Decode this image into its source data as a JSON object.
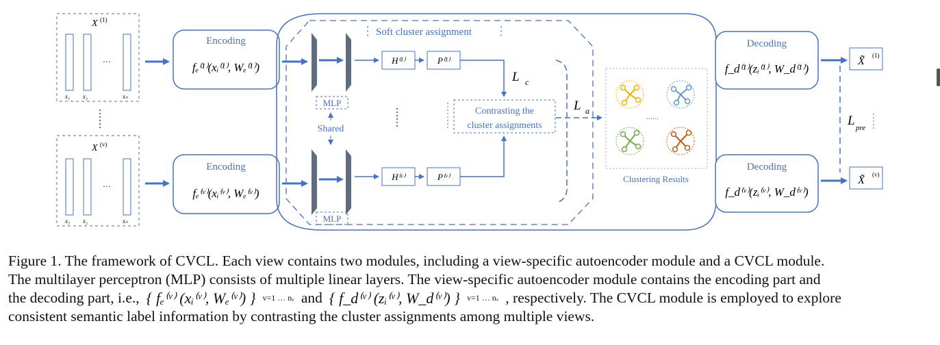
{
  "diagram": {
    "input_top": {
      "label": "X",
      "sup": "(1)",
      "cols": [
        "x₁",
        "x₂",
        "xₙ"
      ],
      "dots": "···"
    },
    "input_bottom": {
      "label": "X",
      "sup": "(v)",
      "cols": [
        "x₁",
        "x₂",
        "xₙ"
      ],
      "dots": "···"
    },
    "encoder_top": {
      "title": "Encoding",
      "formula": "fₑ⁽¹⁾(xᵢ⁽¹⁾, Wₑ⁽¹⁾)"
    },
    "encoder_bottom": {
      "title": "Encoding",
      "formula": "fₑ⁽ᵛ⁾(xᵢ⁽ᵛ⁾, Wₑ⁽ᵛ⁾)"
    },
    "mlp_top": "MLP",
    "mlp_bottom": "MLP",
    "shared": "Shared",
    "soft_assignment": "Soft cluster assignment",
    "h_top": "H⁽¹⁾",
    "p_top": "P⁽¹⁾",
    "h_bottom": "H⁽ᵛ⁾",
    "p_bottom": "P⁽ᵛ⁾",
    "lc": {
      "base": "L",
      "sub": "c"
    },
    "la": {
      "base": "L",
      "sub": "a"
    },
    "lpre": {
      "base": "L",
      "sub": "pre"
    },
    "contrast_line1": "Contrasting the",
    "contrast_line2": "cluster assignments",
    "clustering_results": "Clustering Results",
    "cluster_dots": "......",
    "decoder_top": {
      "title": "Decoding",
      "formula": "f_d⁽¹⁾(zᵢ⁽¹⁾, W_d⁽¹⁾)"
    },
    "decoder_bottom": {
      "title": "Decoding",
      "formula": "f_d⁽ᵛ⁾(zᵢ⁽ᵛ⁾, W_d⁽ᵛ⁾)"
    },
    "output_top": {
      "label": "X̃",
      "sup": "(1)"
    },
    "output_bottom": {
      "label": "X̃",
      "sup": "(v)"
    },
    "colors": {
      "blue": "#4472c4",
      "dark_bar": "#5d6d7e",
      "cluster_yellow": "#f0b400",
      "cluster_blue": "#5b9bd5",
      "cluster_green": "#70ad47",
      "cluster_orange": "#c55a11"
    }
  },
  "caption": {
    "line1": "Figure 1. The framework of CVCL. Each view contains two modules, including a view-specific autoencoder module and a CVCL module.",
    "line2": "The multilayer perceptron (MLP) consists of multiple linear layers. The view-specific autoencoder module contains the encoding part and",
    "line3_a": "the decoding part, i.e.,",
    "math1": "{ fₑ⁽ᵛ⁾ (xᵢ⁽ᵛ⁾, Wₑ⁽ᵛ⁾) }",
    "range1": "v=1 … nᵥ",
    "line3_and": "and",
    "math2": "{ f_d⁽ᵛ⁾ (zᵢ⁽ᵛ⁾, W_d⁽ᵛ⁾) }",
    "range2": "v=1 … nᵥ",
    "line3_b": ", respectively. The CVCL module is employed to explore",
    "line4": "consistent semantic label information by contrasting the cluster assignments among multiple views."
  }
}
